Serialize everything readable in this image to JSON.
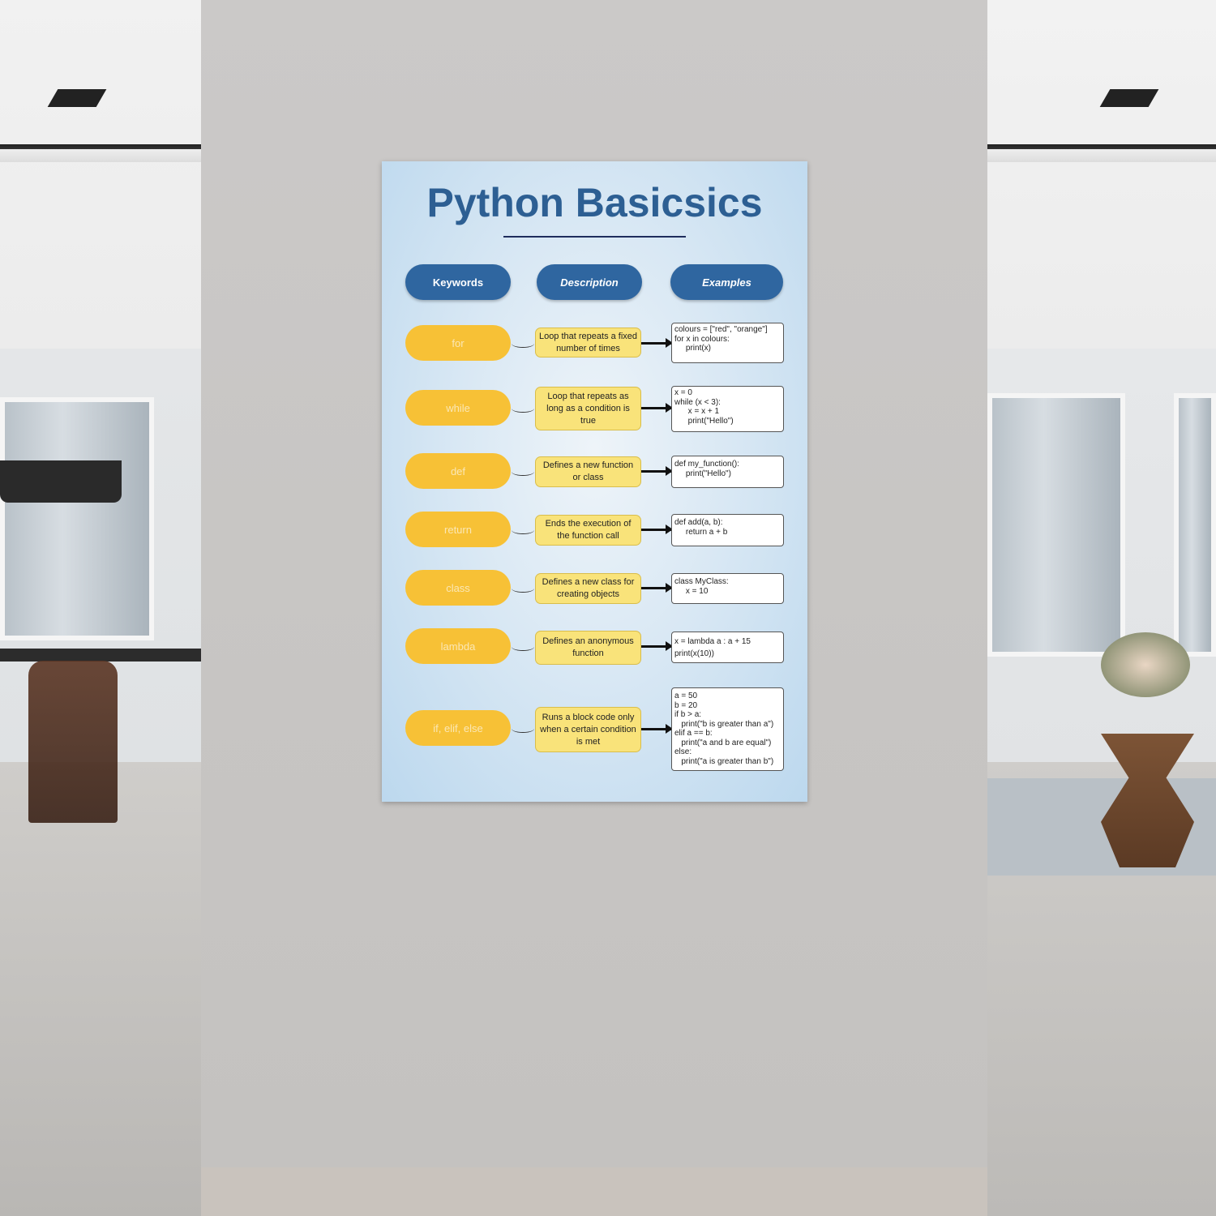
{
  "poster": {
    "title": "Python Basicsics",
    "headers": {
      "keywords": "Keywords",
      "description": "Description",
      "examples": "Examples"
    },
    "rows": [
      {
        "keyword": "for",
        "description": "Loop that repeats a fixed number of times",
        "example": "colours = [\"red\", \"orange\"]\nfor x in colours:\n     print(x)"
      },
      {
        "keyword": "while",
        "description": "Loop that repeats as long as a condition is true",
        "example": "x = 0\nwhile (x < 3):\n      x = x + 1\n      print(\"Hello\")"
      },
      {
        "keyword": "def",
        "description": "Defines a new function or class",
        "example": "def my_function():\n     print(\"Hello\")"
      },
      {
        "keyword": "return",
        "description": "Ends the execution of the function call",
        "example": "def add(a, b):\n     return a + b"
      },
      {
        "keyword": "class",
        "description": "Defines a new class for creating objects",
        "example": "class MyClass:\n     x = 10"
      },
      {
        "keyword": "lambda",
        "description": "Defines an anonymous function",
        "example": "x = lambda a : a + 15\nprint(x(10))"
      },
      {
        "keyword": "if, elif, else",
        "description": "Runs a block code only when a certain condition is met",
        "example": "a = 50\nb = 20\nif b > a:\n   print(\"b is greater than a\")\nelif a == b:\n   print(\"a and b are equal\")\nelse:\n   print(\"a is greater than b\")"
      }
    ]
  },
  "colors": {
    "header": "#2f66a0",
    "keyword": "#f7c136",
    "description": "#f9e37a",
    "title": "#2d5f93"
  }
}
